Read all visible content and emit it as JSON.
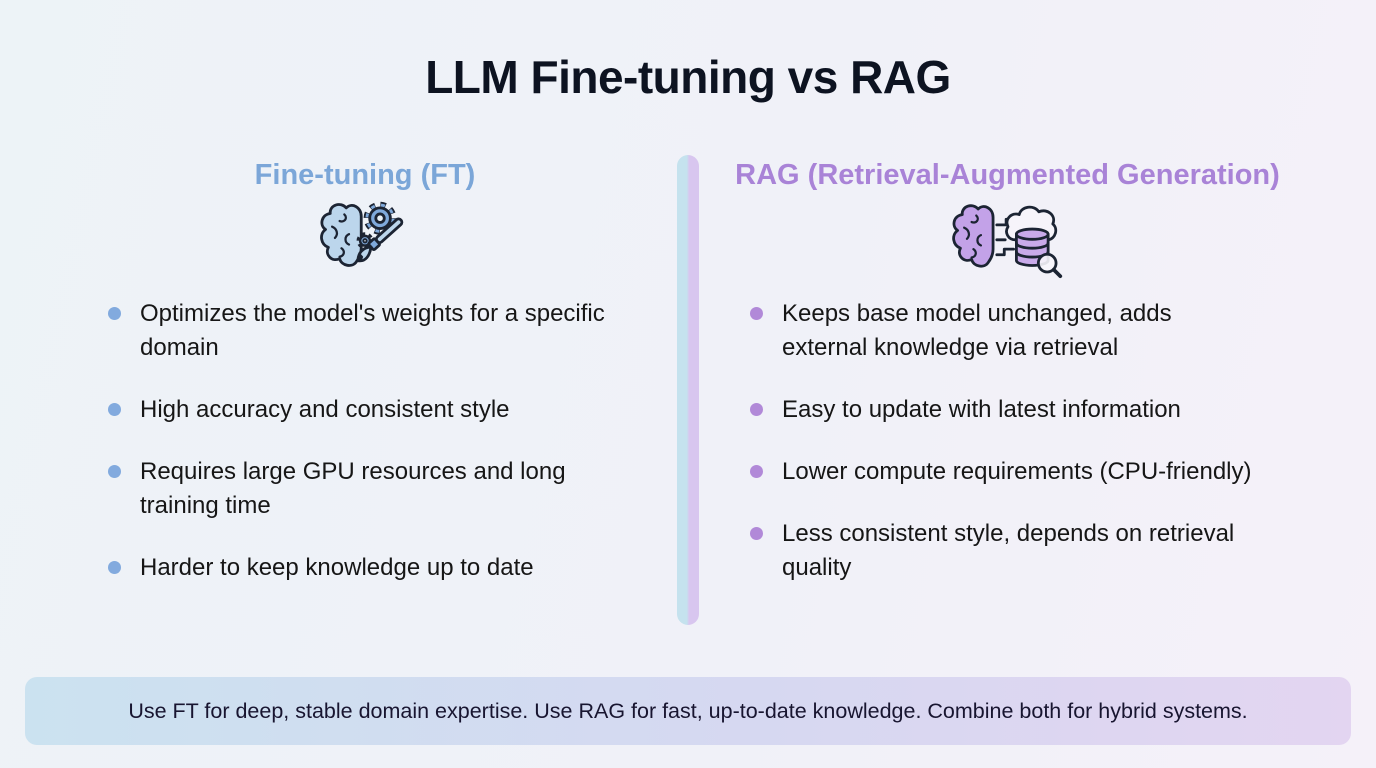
{
  "title": "LLM Fine-tuning vs RAG",
  "colors": {
    "background_left": "#edf3f7",
    "background_right": "#f5f1f9",
    "title_text": "#0d1321",
    "body_text": "#161616",
    "ft_accent": "#7ba6d8",
    "ft_bullet": "#82aade",
    "rag_accent": "#a983d7",
    "rag_bullet": "#b189d8",
    "divider_blue": "#c5e2ee",
    "divider_purple": "#d8c6ef",
    "banner_blue": "#cbe2f0",
    "banner_purple": "#e3d5f1",
    "icon_outline": "#1c2433",
    "ft_icon_fill": "#bcd6ec",
    "ft_icon_fill_dark": "#7fa9db",
    "rag_icon_fill": "#c3a2e8",
    "rag_icon_fill_db": "#c9aaea"
  },
  "left": {
    "heading": "Fine-tuning (FT)",
    "icon": "brain-gears-paintbrush-icon",
    "bullets": [
      "Optimizes the model's weights for a specific domain",
      "High accuracy and consistent style",
      "Requires large GPU resources and long training time",
      "Harder to keep knowledge up to date"
    ]
  },
  "right": {
    "heading": "RAG (Retrieval-Augmented Generation)",
    "icon": "brain-cloud-database-magnifier-icon",
    "bullets": [
      "Keeps base model unchanged, adds external knowledge via retrieval",
      "Easy to update with latest information",
      "Lower compute requirements (CPU-friendly)",
      "Less consistent style, depends on retrieval quality"
    ]
  },
  "footer": {
    "text": "Use FT for deep, stable domain expertise. Use RAG for fast, up-to-date knowledge. Combine both for hybrid systems."
  }
}
